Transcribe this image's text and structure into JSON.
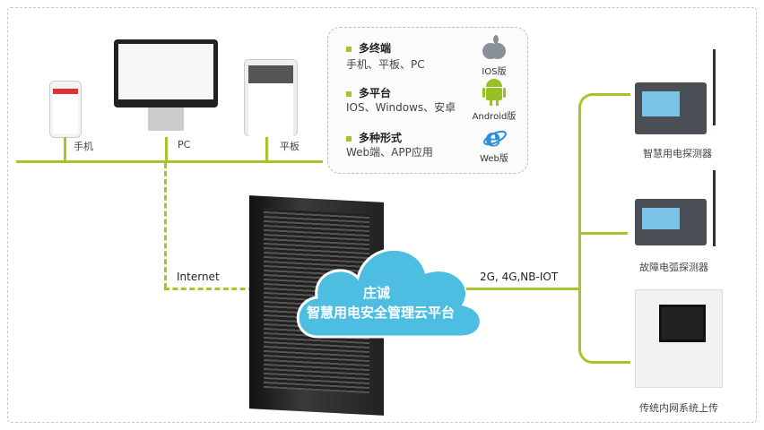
{
  "terminals": {
    "phone": "手机",
    "pc": "PC",
    "tablet": "平板"
  },
  "link_left": "Internet",
  "link_right": "2G, 4G,NB-IOT",
  "cloud": {
    "line1": "庄诚",
    "line2": "智慧用电安全管理云平台"
  },
  "features": [
    {
      "title": "多终端",
      "desc": "手机、平板、PC",
      "badge": "IOS版",
      "icon": "apple-icon"
    },
    {
      "title": "多平台",
      "desc": "IOS、Windows、安卓",
      "badge": "Android版",
      "icon": "android-icon"
    },
    {
      "title": "多种形式",
      "desc": "Web端、APP应用",
      "badge": "Web版",
      "icon": "ie-icon"
    }
  ],
  "devices": [
    "智慧用电探测器",
    "故障电弧探测器",
    "传统内网系统上传"
  ],
  "colors": {
    "line": "#a2c62b",
    "cloud": "#4dbde2"
  }
}
